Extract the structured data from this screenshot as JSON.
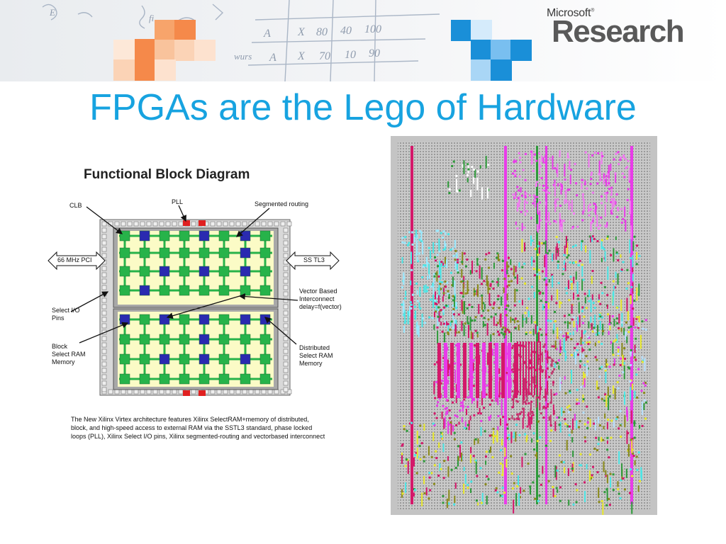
{
  "logo": {
    "small": "Microsoft",
    "trademark": "®",
    "big": "Research"
  },
  "slide": {
    "title": "FPGAs are the Lego of Hardware"
  },
  "diagram": {
    "heading": "Functional Block Diagram",
    "labels": {
      "clb": "CLB",
      "pll": "PLL",
      "segmented_routing": "Segmented routing",
      "pci": "66 MHz PCI",
      "sstl": "SS TL3",
      "vector": "Vector Based\nInterconnect\ndelay=f(vector)",
      "select_io": "Select I/O\nPins",
      "block_ram": "Block\nSelect RAM\nMemory",
      "distributed_ram": "Distributed\nSelect RAM\nMemory"
    },
    "caption": "The New Xilinx Virtex architecture features Xilinx SelectRAM+memory of distributed, block, and high-speed access to external RAM via the SSTL3 standard, phase locked loops (PLL), Xilinx Select I/O pins, Xilinx segmented-routing and vectorbased interconnect"
  },
  "colors": {
    "title": "#17a3e0",
    "orange": "#f5894a",
    "blue": "#1a8fd8",
    "clb_green": "#27b34a",
    "bram_blue": "#2a2ab0",
    "pll_red": "#e02020",
    "fabric_yellow": "#fbfbc6",
    "layout_magenta": "#e93be9",
    "layout_crimson": "#d4186a",
    "layout_cyan": "#4ae6e6",
    "layout_green": "#2e9a3a",
    "layout_olive": "#8a8a1a",
    "layout_yellow": "#e8e82a"
  }
}
